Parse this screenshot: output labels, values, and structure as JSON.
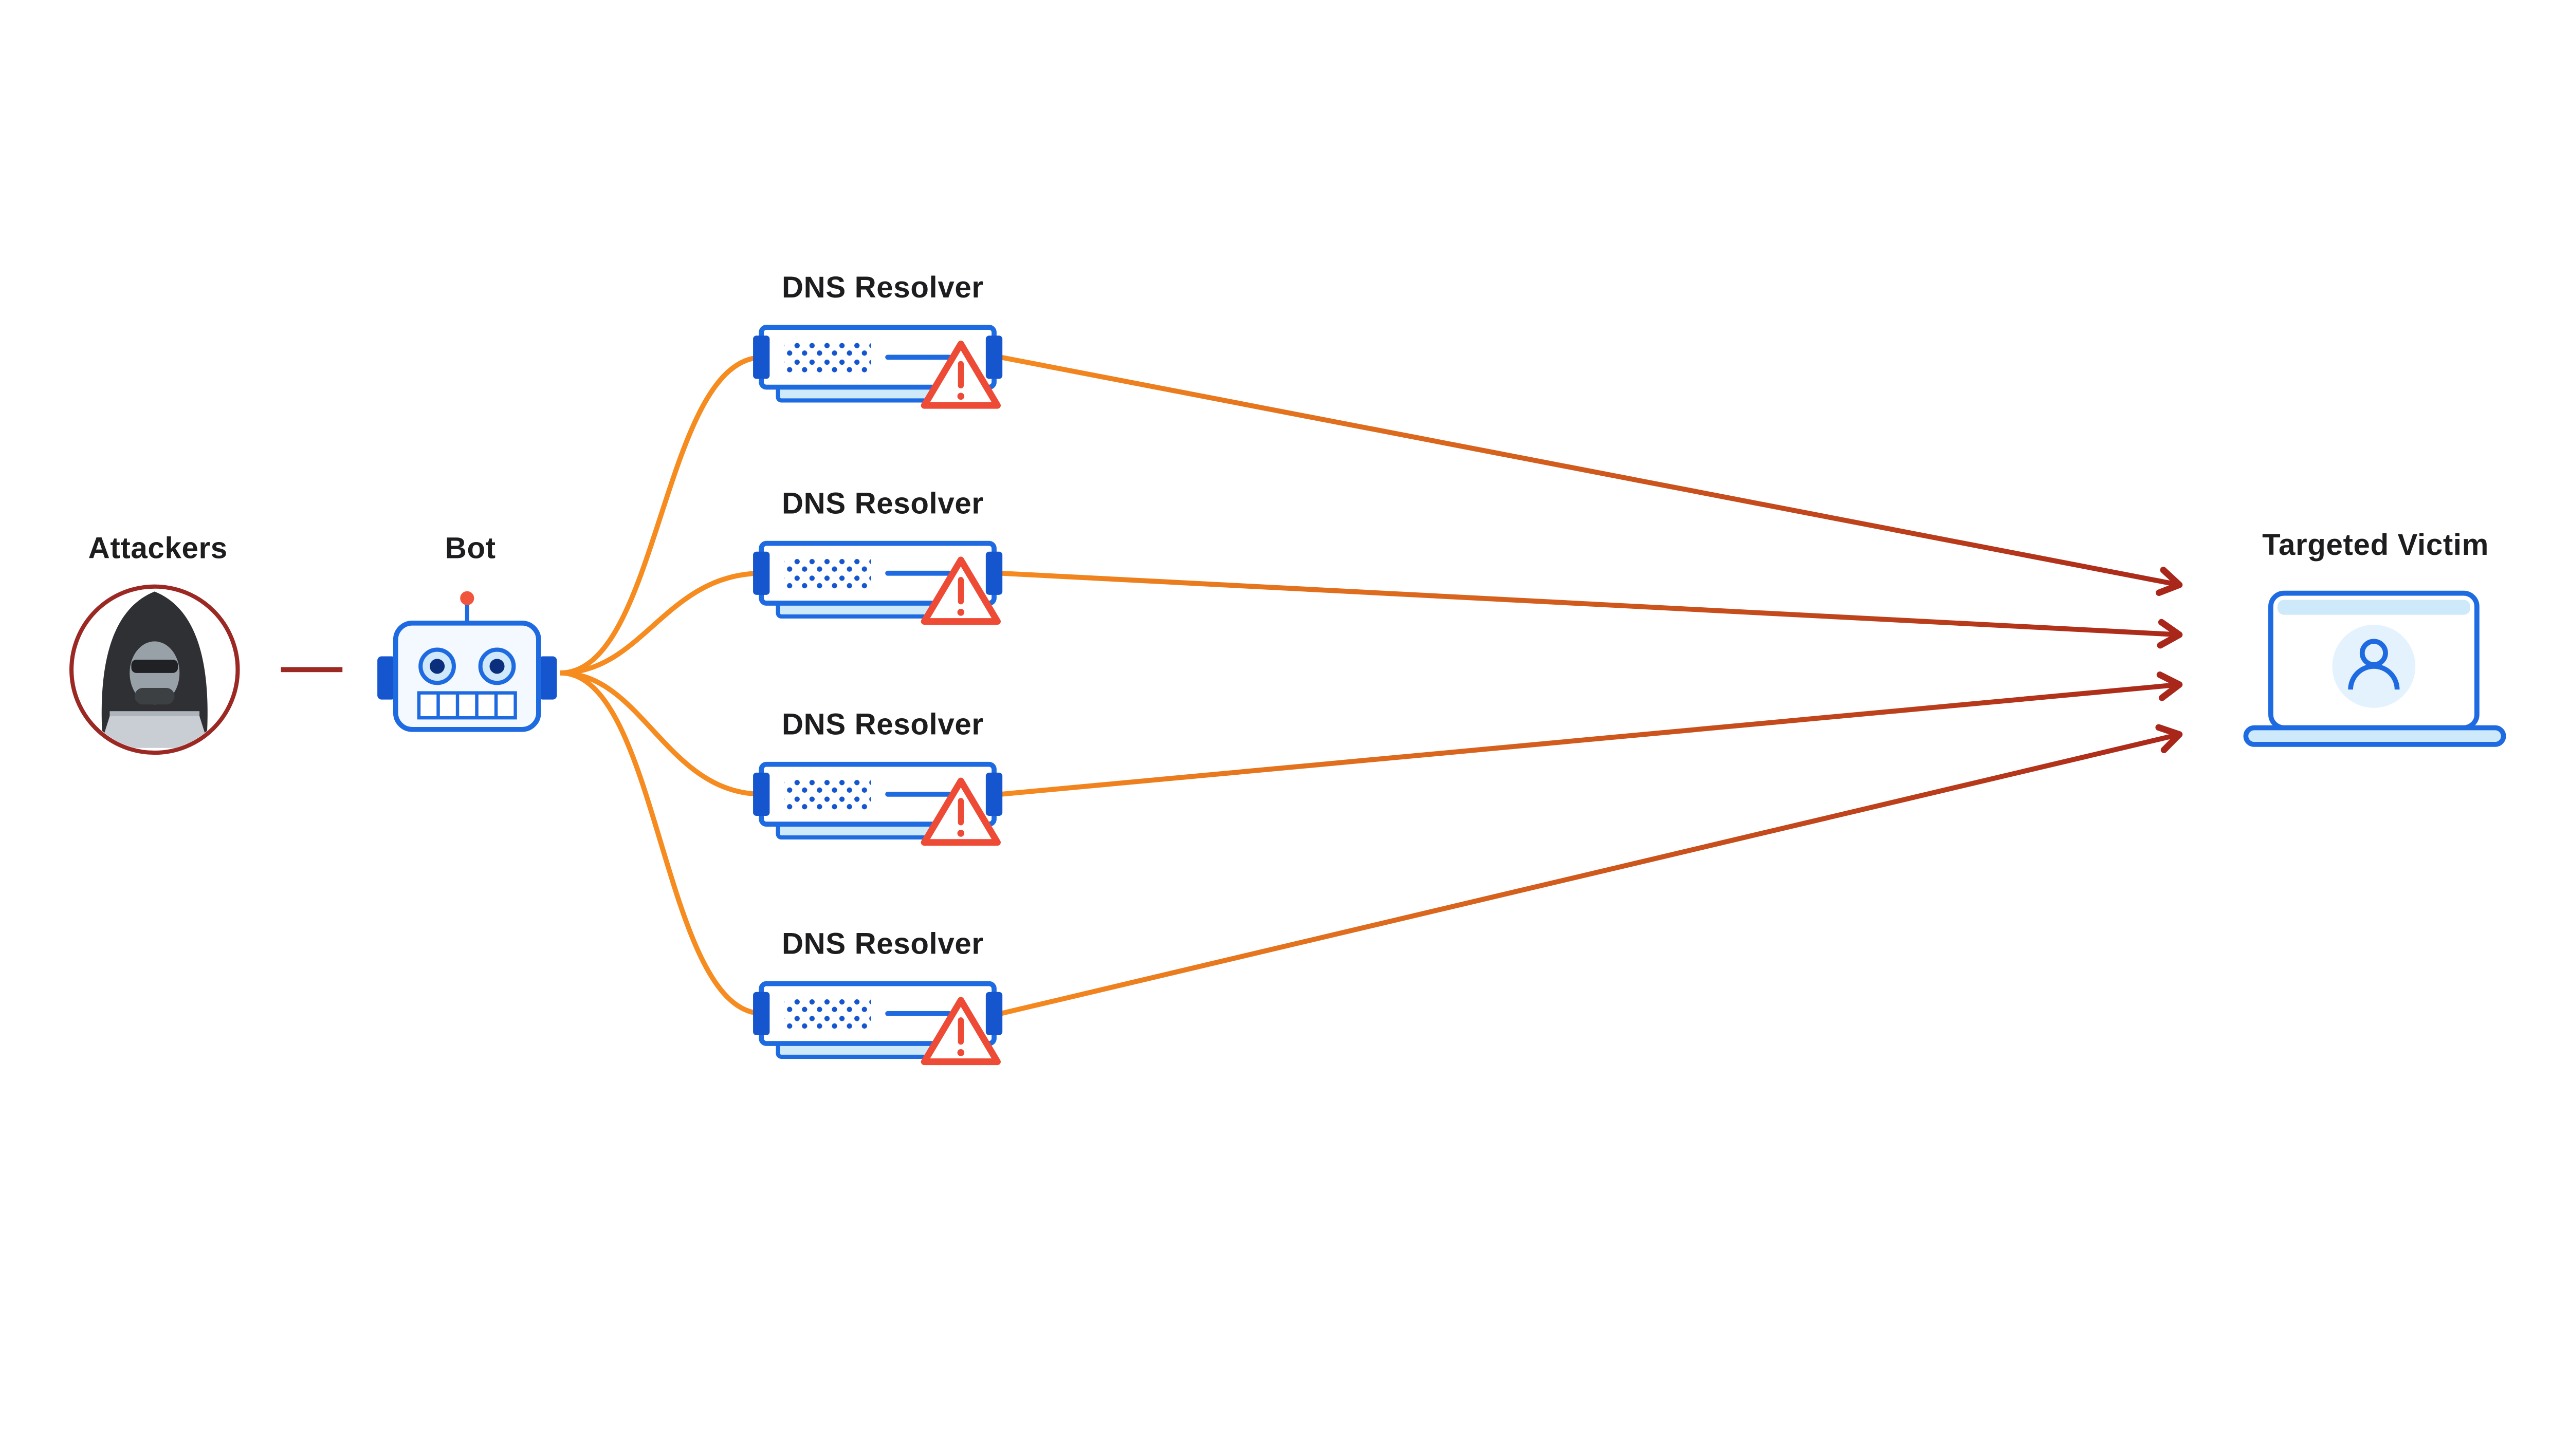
{
  "diagram": {
    "attackers": {
      "label": "Attackers"
    },
    "bot": {
      "label": "Bot"
    },
    "resolvers": [
      {
        "label": "DNS Resolver"
      },
      {
        "label": "DNS Resolver"
      },
      {
        "label": "DNS Resolver"
      },
      {
        "label": "DNS Resolver"
      }
    ],
    "victim": {
      "label": "Targeted Victim"
    },
    "edges": {
      "attackers_to_bot": {
        "from": "Attackers",
        "to": "Bot",
        "color": "#9b2823",
        "arrow": false
      },
      "bot_to_resolvers": {
        "count": 4,
        "color": "#f68b1f",
        "arrow": false
      },
      "resolvers_to_victim": {
        "count": 4,
        "color_start": "#f68b1f",
        "color_end": "#a9271a",
        "arrow": true
      }
    },
    "colors": {
      "blue_outline": "#1e6ae1",
      "dark_blue": "#1556cf",
      "navy_pupil": "#0c2f7d",
      "light_blue": "#cde9fa",
      "lighter_blue": "#e3f2fc",
      "orange": "#f68b1f",
      "dark_red": "#9b2823",
      "arrow_red": "#a9271a",
      "warning_red": "#ee4b36",
      "antenna_dot": "#f2553d",
      "text": "#1d1d1f",
      "background": "#ffffff"
    }
  }
}
